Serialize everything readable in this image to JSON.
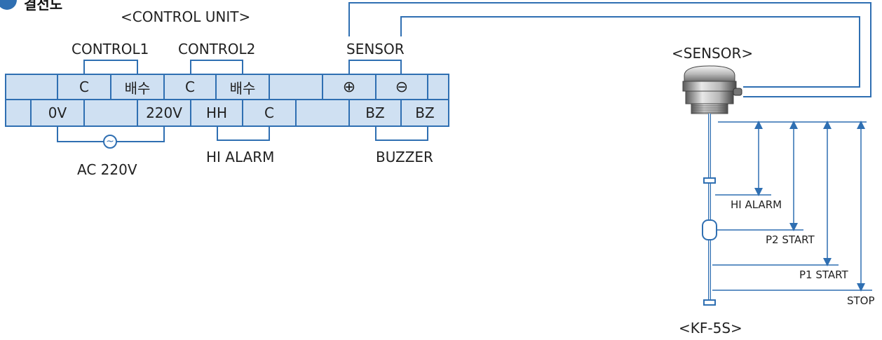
{
  "header": {
    "title_partial": "결선도"
  },
  "control_unit": {
    "title": "<CONTROL UNIT>",
    "groups": {
      "control1": "CONTROL1",
      "control2": "CONTROL2",
      "sensor": "SENSOR",
      "ac": "AC 220V",
      "hi_alarm": "HI ALARM",
      "buzzer": "BUZZER"
    },
    "top_row": [
      "",
      "C",
      "배수",
      "C",
      "배수",
      "",
      "⊕",
      "⊖",
      ""
    ],
    "bottom_row": [
      "",
      "0V",
      "",
      "220V",
      "HH",
      "C",
      "",
      "BZ",
      "BZ"
    ],
    "ac_symbol": "~"
  },
  "sensor_diagram": {
    "sensor_title": "<SENSOR>",
    "probe_title": "<KF-5S>",
    "levels": [
      "HI ALARM",
      "P2 START",
      "P1 START",
      "STOP"
    ]
  },
  "colors": {
    "wire": "#2f6fb2",
    "table_fill": "#cfe0f2",
    "table_border": "#2f6fb2"
  }
}
